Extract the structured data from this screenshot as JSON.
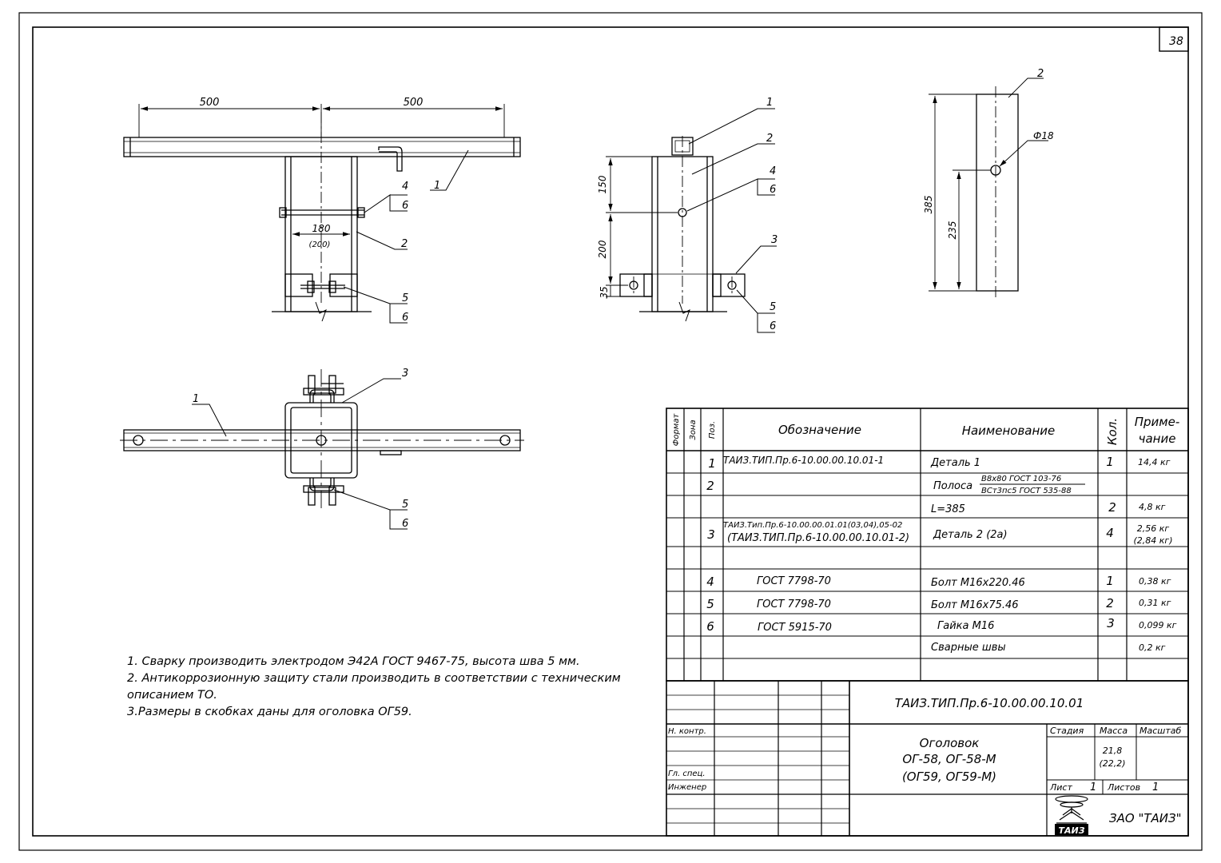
{
  "sheet_number": "38",
  "top_view": {
    "dim_left": "500",
    "dim_right": "500",
    "dim_inner": "180",
    "dim_inner_alt": "(200)",
    "leaders": {
      "l1": "1",
      "l2": "2",
      "l4": "4",
      "l6a": "6",
      "l5": "5",
      "l6b": "6"
    }
  },
  "side_view": {
    "dim_150": "150",
    "dim_200": "200",
    "dim_35": "35",
    "leaders": {
      "l1": "1",
      "l2": "2",
      "l4": "4",
      "l6a": "6",
      "l3": "3",
      "l5": "5",
      "l6b": "6"
    }
  },
  "detail_view": {
    "dim_385": "385",
    "dim_235": "235",
    "dim_hole": "Ф18",
    "leaders": {
      "l2": "2"
    }
  },
  "plan_view": {
    "leaders": {
      "l1": "1",
      "l3": "3",
      "l5": "5",
      "l6": "6"
    }
  },
  "notes": [
    "1. Сварку производить электродом Э42А ГОСТ 9467-75, высота шва 5 мм.",
    "2. Антикоррозионную защиту  стали производить в соответствии с техническим",
    "описанием ТО.",
    "3.Размеры в скобках даны для оголовка ОГ59."
  ],
  "spec_table": {
    "headers": {
      "format": "Формат",
      "zone": "Зона",
      "pos": "Поз.",
      "designation": "Обозначение",
      "name": "Наименование",
      "qty": "Кол.",
      "note_l1": "Приме-",
      "note_l2": "чание"
    },
    "rows": [
      {
        "pos": "1",
        "designation": "ТАИЗ.ТИП.Пр.6-10.00.00.10.01-1",
        "name": "Деталь 1",
        "qty": "1",
        "note": "14,4 кг"
      },
      {
        "pos": "2",
        "name": "Полоса",
        "frac_top": "В8х80 ГОСТ 103-76",
        "frac_bottom": "ВСт3пс5 ГОСТ 535-88"
      },
      {
        "name": "L=385",
        "qty": "2",
        "note": "4,8 кг"
      },
      {
        "pos": "3",
        "designation": "ТАИЗ.Тип.Пр.6-10.00.00.01.01(03,04),05-02",
        "designation2": "(ТАИЗ.ТИП.Пр.6-10.00.00.10.01-2)",
        "name": "Деталь 2 (2а)",
        "qty": "4",
        "note": "2,56 кг",
        "note2": "(2,84 кг)"
      },
      {
        "pos": "4",
        "designation": "ГОСТ 7798-70",
        "name": "Болт М16х220.46",
        "qty": "1",
        "note": "0,38 кг"
      },
      {
        "pos": "5",
        "designation": "ГОСТ 7798-70",
        "name": "Болт М16х75.46",
        "qty": "2",
        "note": "0,31 кг"
      },
      {
        "pos": "6",
        "designation": "ГОСТ 5915-70",
        "name": "Гайка М16",
        "qty": "3",
        "note": "0,099 кг"
      },
      {
        "name": "Сварные швы",
        "note": "0,2 кг"
      }
    ]
  },
  "title_block": {
    "doc_code": "ТАИЗ.ТИП.Пр.6-10.00.00.10.01",
    "title_l1": "Оголовок",
    "title_l2": "ОГ-58, ОГ-58-М",
    "title_l3": "(ОГ59, ОГ59-М)",
    "stage_label": "Стадия",
    "mass_label": "Масса",
    "scale_label": "Масштаб",
    "mass_value": "21,8",
    "mass_value2": "(22,2)",
    "sheet_label": "Лист",
    "sheet_value": "1",
    "sheets_label": "Листов",
    "sheets_value": "1",
    "role_nkontr": "Н. контр.",
    "role_glspec": "Гл. спец.",
    "role_engineer": "Инженер",
    "logo_text": "ТАИЗ",
    "company": "ЗАО \"ТАИЗ\""
  }
}
